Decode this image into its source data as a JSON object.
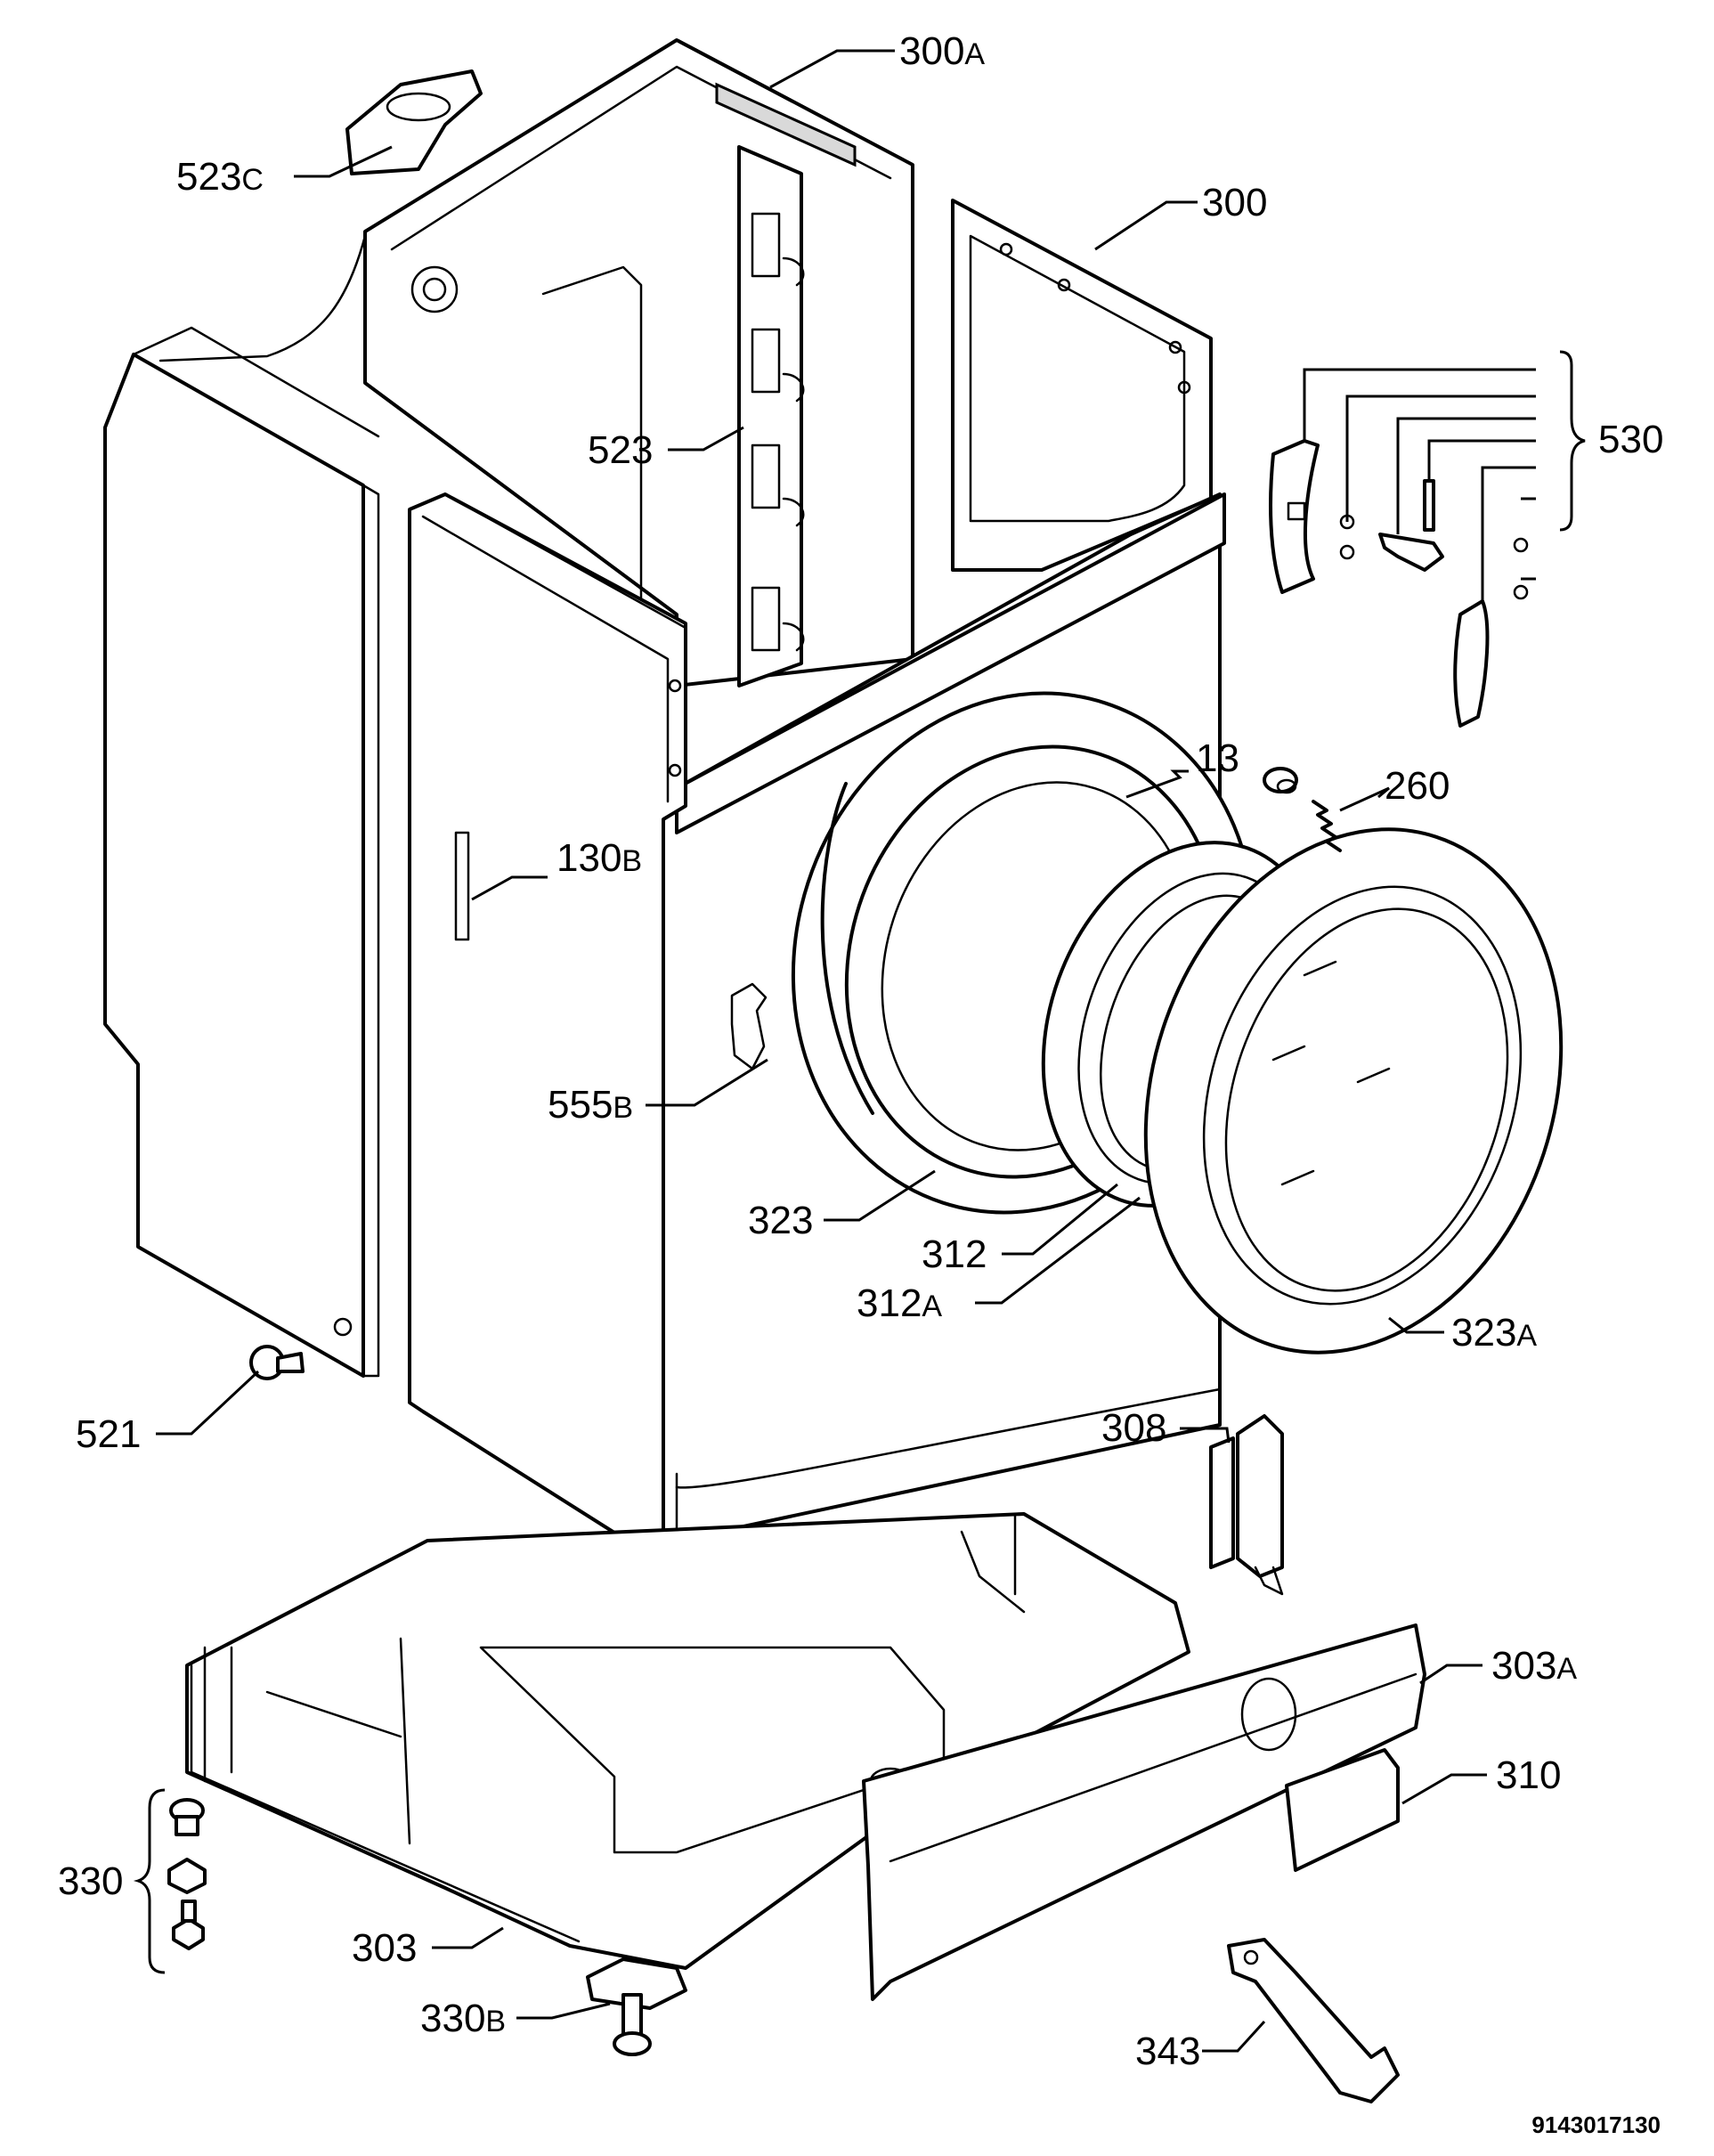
{
  "diagram": {
    "drawing_number": "9143017130",
    "parts": [
      {
        "key": "p300a",
        "label": "300",
        "suffix": "A"
      },
      {
        "key": "p300",
        "label": "300",
        "suffix": ""
      },
      {
        "key": "p523c",
        "label": "523",
        "suffix": "C"
      },
      {
        "key": "p523",
        "label": "523",
        "suffix": ""
      },
      {
        "key": "p530",
        "label": "530",
        "suffix": ""
      },
      {
        "key": "p13",
        "label": "13",
        "suffix": ""
      },
      {
        "key": "p260",
        "label": "260",
        "suffix": ""
      },
      {
        "key": "p130b",
        "label": "130",
        "suffix": "B"
      },
      {
        "key": "p555b",
        "label": "555",
        "suffix": "B"
      },
      {
        "key": "p323",
        "label": "323",
        "suffix": ""
      },
      {
        "key": "p312",
        "label": "312",
        "suffix": ""
      },
      {
        "key": "p312a",
        "label": "312",
        "suffix": "A"
      },
      {
        "key": "p323a",
        "label": "323",
        "suffix": "A"
      },
      {
        "key": "p521",
        "label": "521",
        "suffix": ""
      },
      {
        "key": "p308",
        "label": "308",
        "suffix": ""
      },
      {
        "key": "p303a",
        "label": "303",
        "suffix": "A"
      },
      {
        "key": "p310",
        "label": "310",
        "suffix": ""
      },
      {
        "key": "p330",
        "label": "330",
        "suffix": ""
      },
      {
        "key": "p303",
        "label": "303",
        "suffix": ""
      },
      {
        "key": "p330b",
        "label": "330",
        "suffix": "B"
      },
      {
        "key": "p343",
        "label": "343",
        "suffix": ""
      }
    ]
  }
}
